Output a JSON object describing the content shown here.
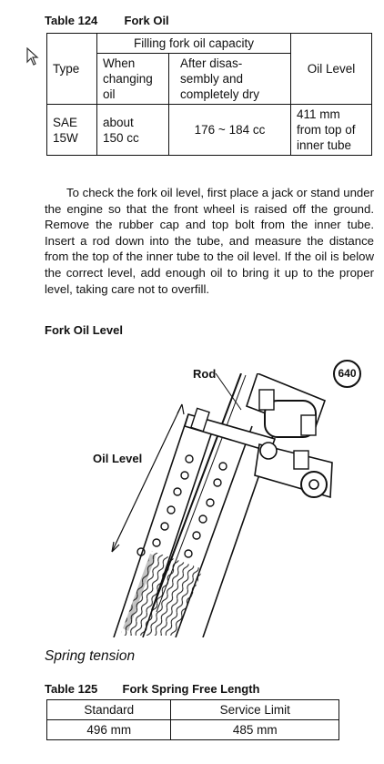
{
  "table124": {
    "caption_num": "Table 124",
    "caption_title": "Fork Oil",
    "header_group": "Filling fork oil capacity",
    "col_type": "Type",
    "col_when": [
      "When",
      "changing",
      "oil"
    ],
    "col_after": [
      "After disas-",
      "sembly and",
      "completely dry"
    ],
    "col_level": "Oil Level",
    "row": {
      "type": [
        "SAE",
        "15W"
      ],
      "when": [
        "about",
        "150 cc"
      ],
      "after": "176 ~ 184 cc",
      "level": [
        "411 mm",
        "from top of",
        "inner tube"
      ]
    }
  },
  "paragraph": "To check the fork oil level, first place a jack or stand under the engine so that the front wheel is raised off the ground. Remove the rubber cap and top bolt from the inner tube. Insert a rod down into the tube, and measure the distance from the top of the inner tube to the oil level. If the oil is below the correct level, add enough oil to bring it up to the proper level, taking care not to overfill.",
  "figure": {
    "title": "Fork Oil Level",
    "number": "640",
    "label_rod": "Rod",
    "label_oil": "Oil Level"
  },
  "section_heading": "Spring tension",
  "table125": {
    "caption_num": "Table 125",
    "caption_title": "Fork Spring Free Length",
    "headers": [
      "Standard",
      "Service Limit"
    ],
    "values": [
      "496 mm",
      "485 mm"
    ]
  }
}
